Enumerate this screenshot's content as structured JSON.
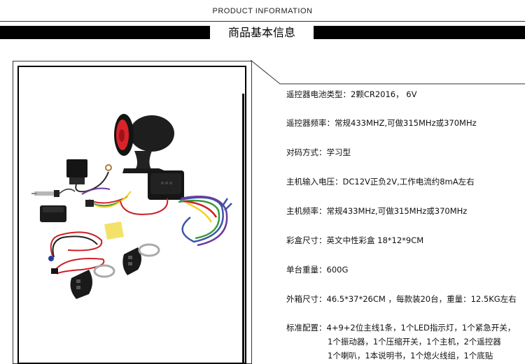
{
  "header": {
    "title": "PRODUCT   INFORMATION",
    "section_title": "商品基本信息"
  },
  "specs": [
    {
      "label": "遥控器电池类型：",
      "value": "2颗CR2016，  6V"
    },
    {
      "label": "遥控器频率：",
      "value": "常规433MHZ,可做315MHz或370MHz"
    },
    {
      "label": "对码方式：",
      "value": "学习型"
    },
    {
      "label": "主机输入电压：",
      "value": "DC12V正负2V,工作电流约8mA左右"
    },
    {
      "label": "主机频率：",
      "value": "常规433MHz,可做315MHz或370MHz"
    },
    {
      "label": "彩盒尺寸：",
      "value": "英文中性彩盒  18*12*9CM"
    },
    {
      "label": "单台重量：",
      "value": "600G"
    },
    {
      "label": "外箱尺寸：",
      "value": "46.5*37*26CM ，每款装20台，重量：12.5KG左右"
    }
  ],
  "standard_config": {
    "label": "标准配置：",
    "lines": [
      "4+9+2位主线1条，1个LED指示灯，1个紧急开关，",
      "1个振动器，1个压缩开关，1个主机，2个遥控器",
      "1个喇叭，1本说明书，1个熄火线组，1个底贴"
    ]
  },
  "colors": {
    "bar": "#000000",
    "siren_red": "#d8232a",
    "wire_red": "#d01f24",
    "wire_yellow": "#f3d11c",
    "wire_green": "#3a9a3f",
    "wire_blue": "#3b56a8"
  }
}
